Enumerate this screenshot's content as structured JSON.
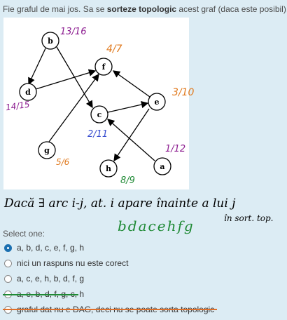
{
  "question": {
    "prefix": "Fie graful de mai jos. Sa se ",
    "emphasis": "sorteze topologic",
    "suffix": " acest graf (daca este posibil)."
  },
  "graph": {
    "nodes": [
      "a",
      "b",
      "c",
      "d",
      "e",
      "f",
      "g",
      "h"
    ]
  },
  "annotations": {
    "b": "13/16",
    "f": "4/7",
    "e": "3/10",
    "d": "14/15",
    "c": "2/11",
    "g": "5/6",
    "a": "1/12",
    "h": "8/9",
    "colors": {
      "purple": "#8b1a8f",
      "orange": "#e07a1f",
      "blue": "#3a4fd0",
      "green": "#1f8a35"
    }
  },
  "handwriting": {
    "rule_line": "Dacă ∃ arc i-j, at. i apare înainte a lui j",
    "rule_suffix": "în sort. top.",
    "answer": "bdacehfg"
  },
  "select_one_label": "Select one:",
  "options": [
    {
      "text": "a, b, d, c, e, f, g, h",
      "checked": true
    },
    {
      "text": "nici un raspuns nu este corect",
      "checked": false
    },
    {
      "text": "a, c, e, h, b, d, f, g",
      "checked": false
    },
    {
      "text": "a, e, b, d, f, g, c, h",
      "checked": false
    },
    {
      "text": "graful dat nu e DAG, deci nu se poate sorta topologic",
      "checked": false
    }
  ]
}
